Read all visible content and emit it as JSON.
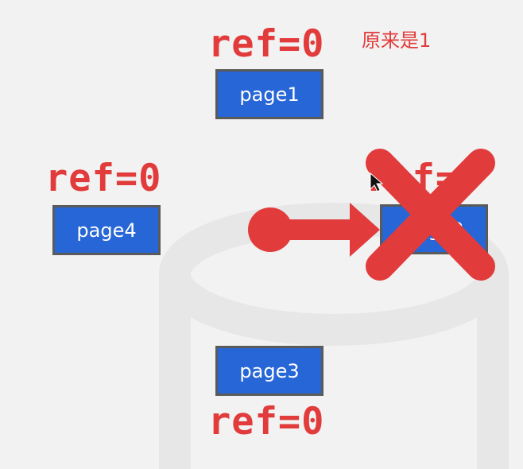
{
  "nodes": {
    "page1": {
      "label": "page1",
      "ref": "ref=0"
    },
    "page2": {
      "label": "page2",
      "ref": "ref=0"
    },
    "page3": {
      "label": "page3",
      "ref": "ref=0"
    },
    "page4": {
      "label": "page4",
      "ref": "ref=0"
    }
  },
  "annotation": "原来是1",
  "colors": {
    "accent": "#e23b3b",
    "box_fill": "#2766d6",
    "box_border": "#5a5a5a",
    "background": "#f2f2f2"
  },
  "icons": {
    "arrow": "pointer-arrow-icon",
    "cross": "cross-out-icon",
    "cursor": "mouse-cursor-icon"
  }
}
